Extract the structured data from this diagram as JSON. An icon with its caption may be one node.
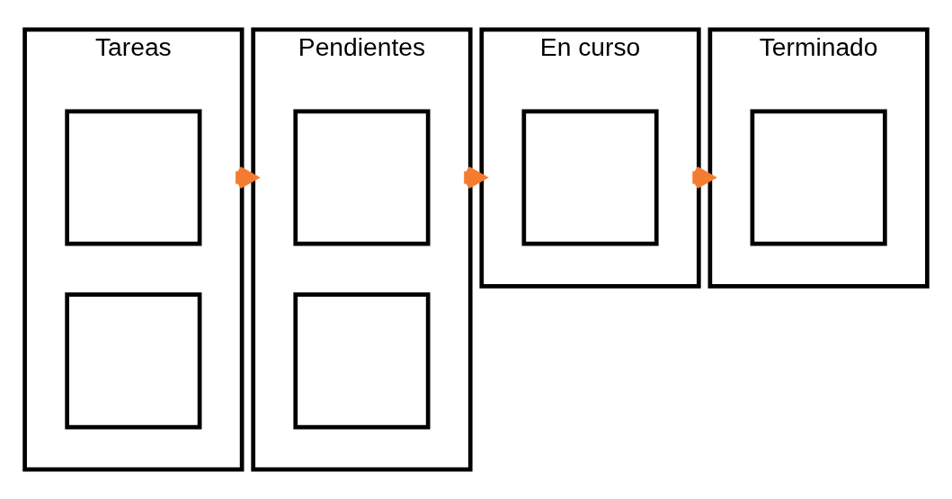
{
  "diagram": {
    "nodes": [
      {
        "text": [
          "Tareas"
        ]
      },
      {
        "text": [],
        "shape": "box",
        "in": 0
      },
      {
        "text": [],
        "shape": "box",
        "in": 0
      },
      {
        "text": [
          "Pendientes"
        ]
      },
      {
        "text": [],
        "shape": "box",
        "in": 3
      },
      {
        "text": [],
        "shape": "box",
        "in": 3
      },
      {
        "text": [
          "En curso"
        ]
      },
      {
        "text": [],
        "shape": "box",
        "in": 6
      },
      {
        "text": [
          "Terminado"
        ]
      },
      {
        "text": [],
        "shape": "box",
        "in": 8
      }
    ],
    "edges": [
      {
        "from": 0,
        "to": 3,
        "arrow": "to",
        "color": "#f47c30"
      },
      {
        "from": 3,
        "to": 6,
        "arrow": "to",
        "color": "#f47c30"
      },
      {
        "from": 6,
        "to": 8,
        "arrow": "to",
        "color": "#f47c30"
      }
    ]
  }
}
